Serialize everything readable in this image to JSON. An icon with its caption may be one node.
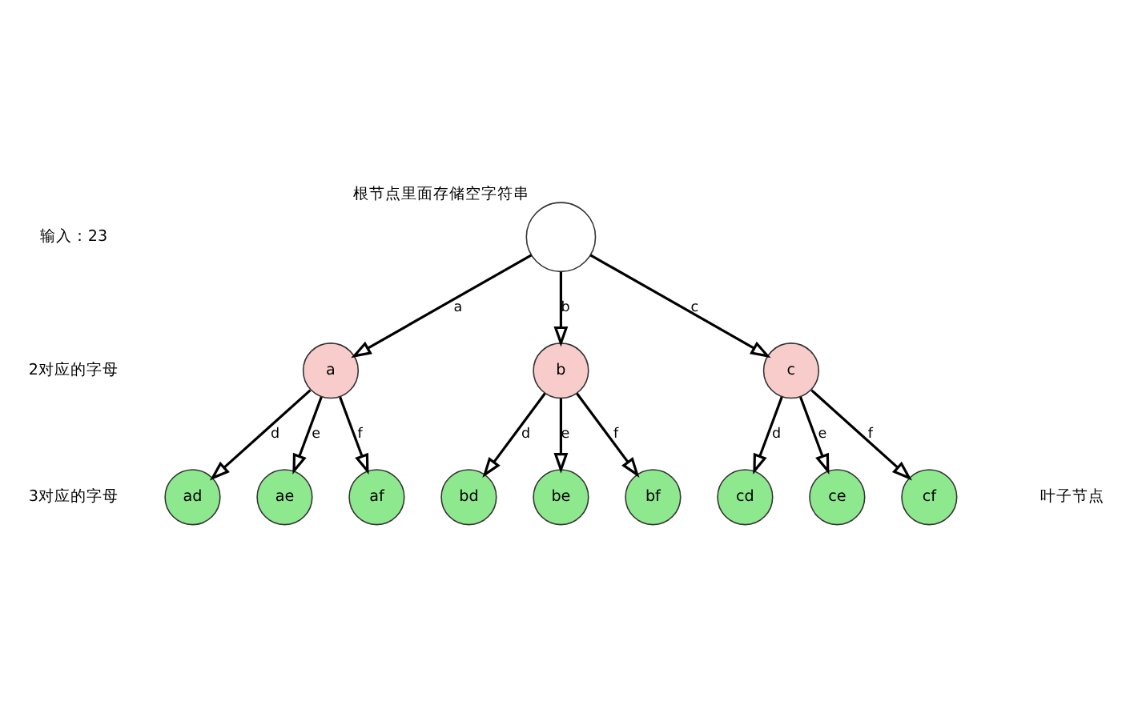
{
  "diagram": {
    "nodes": [
      {
        "text": [],
        "shape": "circle",
        "beside": [
          "根节点里面存储空字符串"
        ]
      },
      {
        "text": [
          "a"
        ]
      },
      {
        "text": [
          "b"
        ]
      },
      {
        "text": [
          "c"
        ]
      },
      {
        "text": [
          "ad"
        ]
      },
      {
        "text": [
          "ae"
        ]
      },
      {
        "text": [
          "af"
        ]
      },
      {
        "text": [
          "bd"
        ]
      },
      {
        "text": [
          "be"
        ]
      },
      {
        "text": [
          "bf"
        ]
      },
      {
        "text": [
          "cd"
        ]
      },
      {
        "text": [
          "ce"
        ]
      },
      {
        "text": [
          "cf"
        ]
      }
    ],
    "edges": [
      {
        "from": 0,
        "to": 1,
        "arrow": "to",
        "label": "a"
      },
      {
        "from": 0,
        "to": 2,
        "arrow": "to",
        "label": "b"
      },
      {
        "from": 0,
        "to": 3,
        "arrow": "to",
        "label": "c"
      },
      {
        "from": 1,
        "to": 4,
        "arrow": "to",
        "label": "d"
      },
      {
        "from": 1,
        "to": 5,
        "arrow": "to",
        "label": "e"
      },
      {
        "from": 1,
        "to": 6,
        "arrow": "to",
        "label": "f"
      },
      {
        "from": 2,
        "to": 7,
        "arrow": "to",
        "label": "d"
      },
      {
        "from": 2,
        "to": 8,
        "arrow": "to",
        "label": "e"
      },
      {
        "from": 2,
        "to": 9,
        "arrow": "to",
        "label": "f"
      },
      {
        "from": 3,
        "to": 10,
        "arrow": "to",
        "label": "d"
      },
      {
        "from": 3,
        "to": 11,
        "arrow": "to",
        "label": "e"
      },
      {
        "from": 3,
        "to": 12,
        "arrow": "to",
        "label": "f"
      }
    ],
    "labels": [
      "输入：23",
      "2对应的字母",
      "3对应的字母",
      "叶子节点"
    ]
  }
}
